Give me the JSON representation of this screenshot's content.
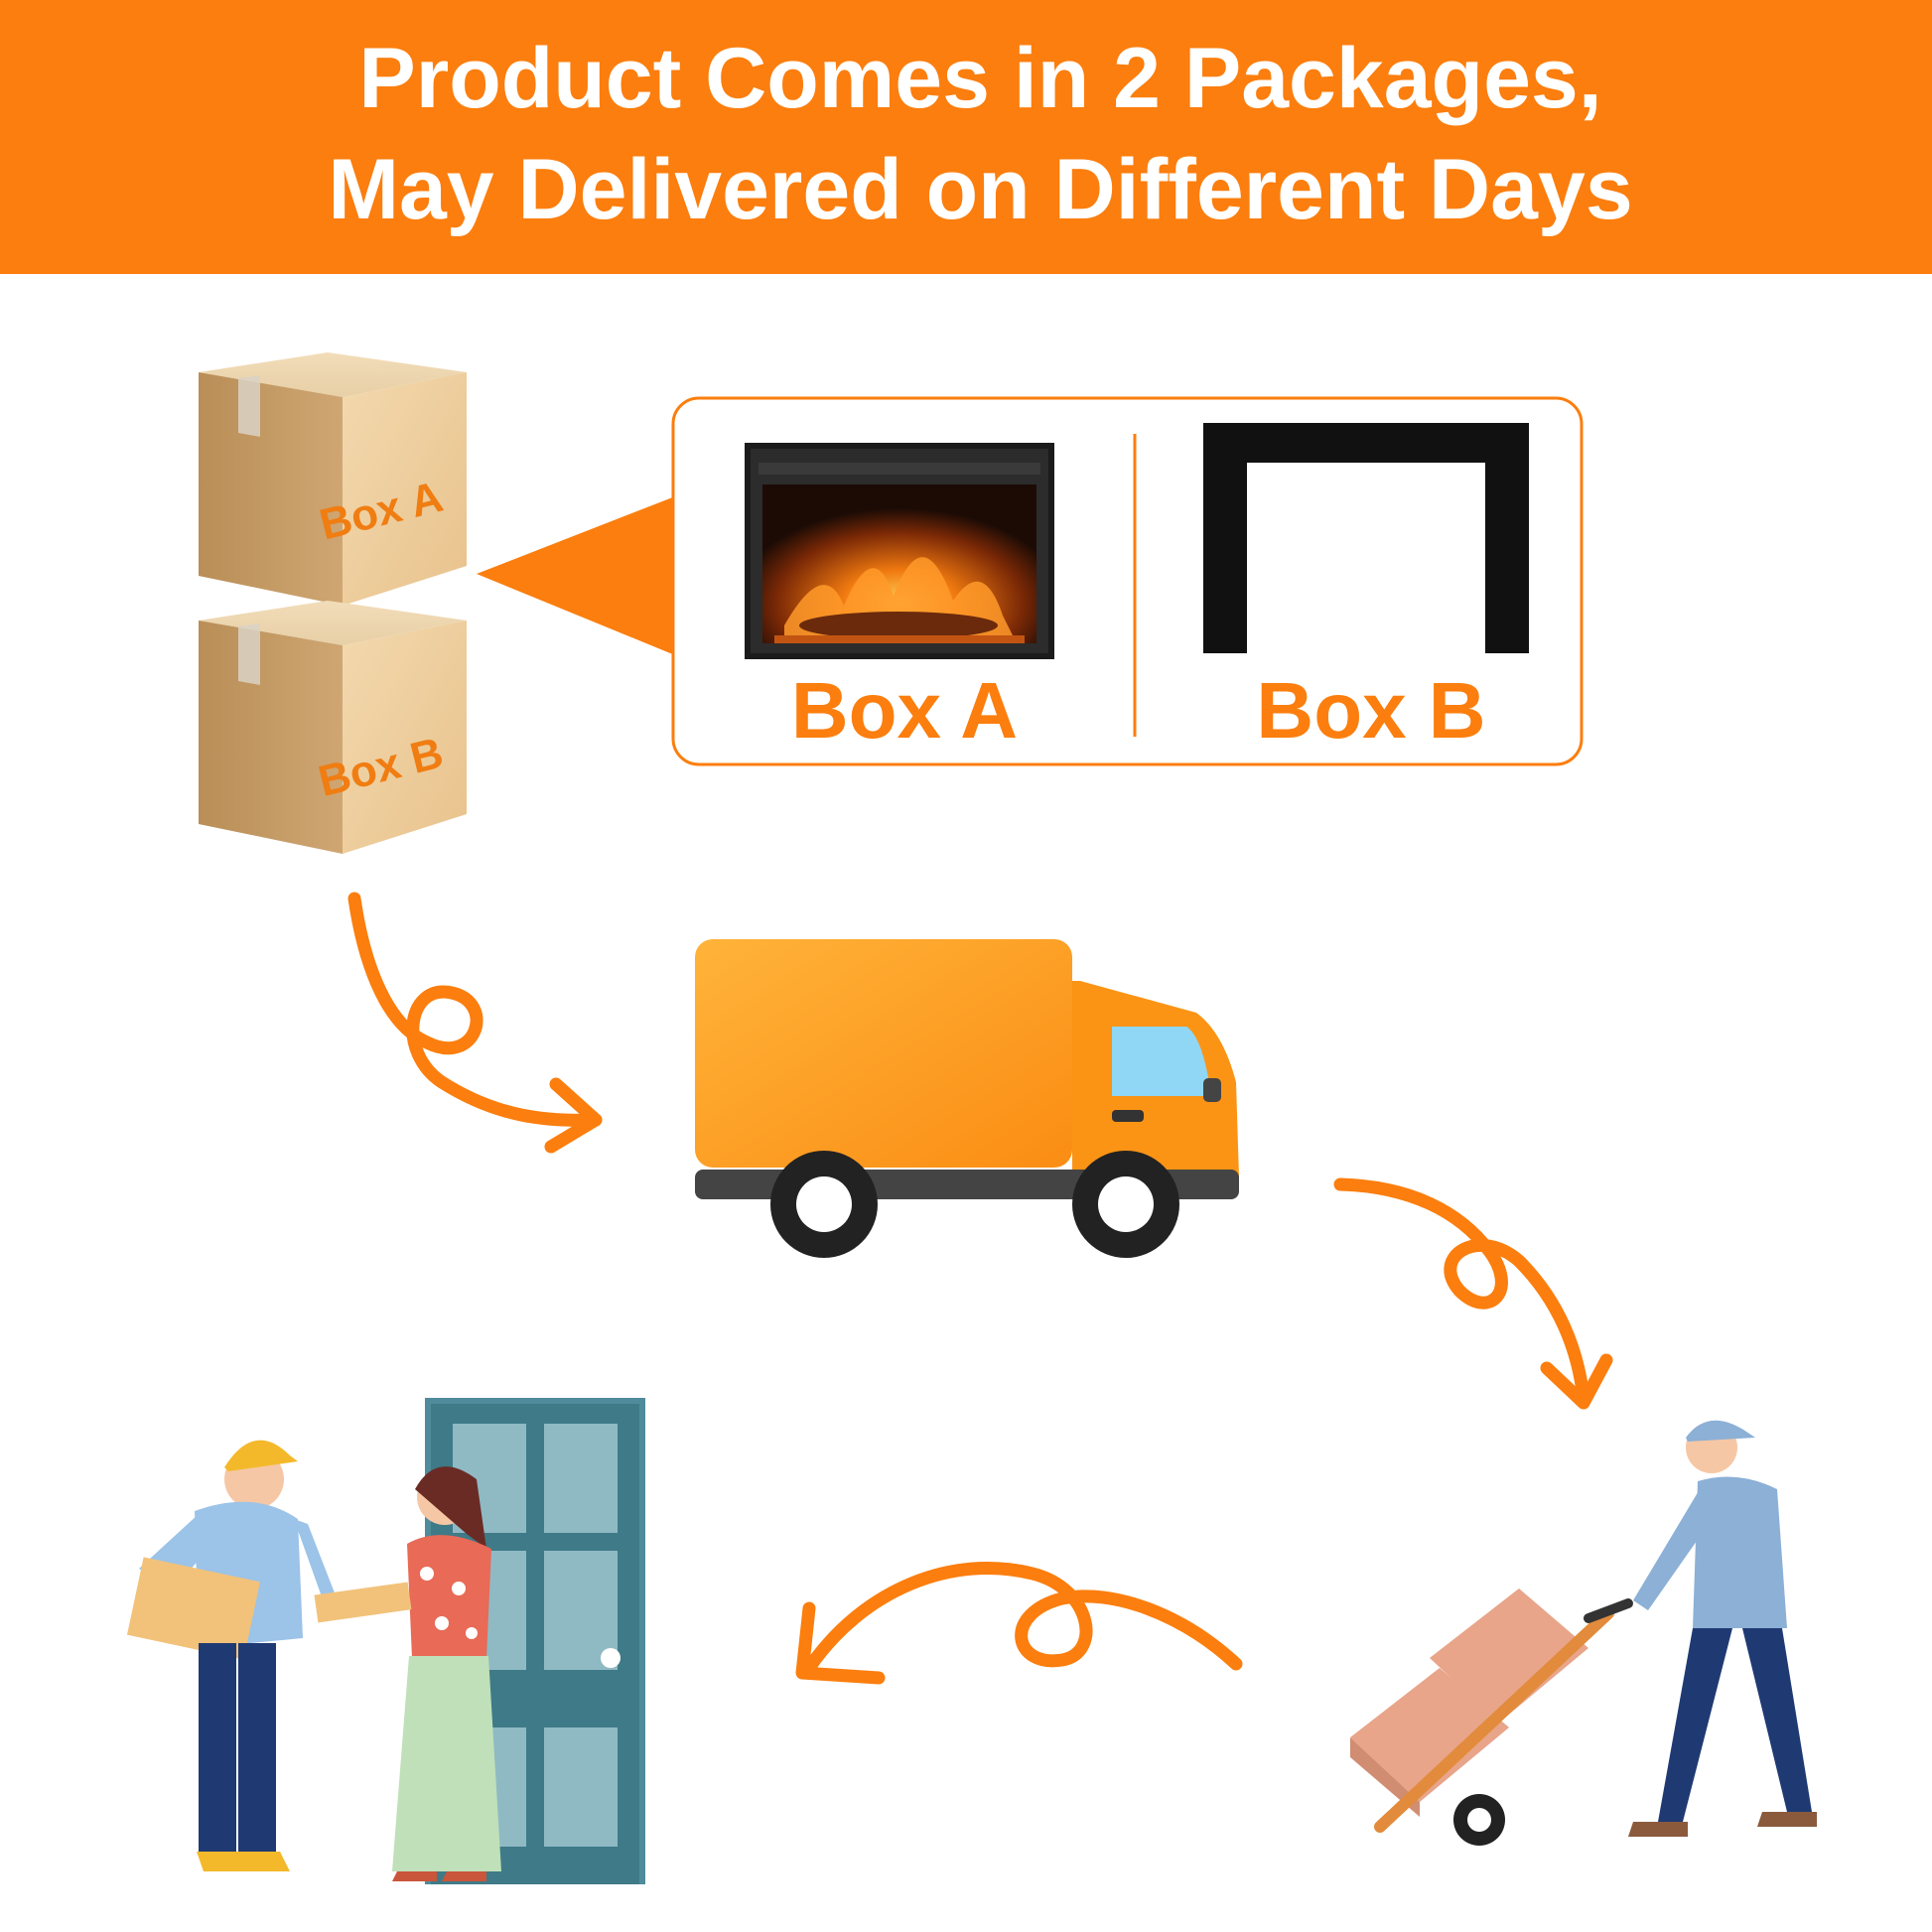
{
  "banner": {
    "line1": "Product Comes in 2 Packages,",
    "line2": "May Delivered on Different Days"
  },
  "boxes": {
    "box_a_label": "Box A",
    "box_b_label": "Box B"
  },
  "panel": {
    "item_a_label": "Box A",
    "item_b_label": "Box B"
  },
  "colors": {
    "accent": "#fb7e0e",
    "box": "#e9c79a",
    "door": "#4f8b9a",
    "truck": "#fb9b1e"
  }
}
